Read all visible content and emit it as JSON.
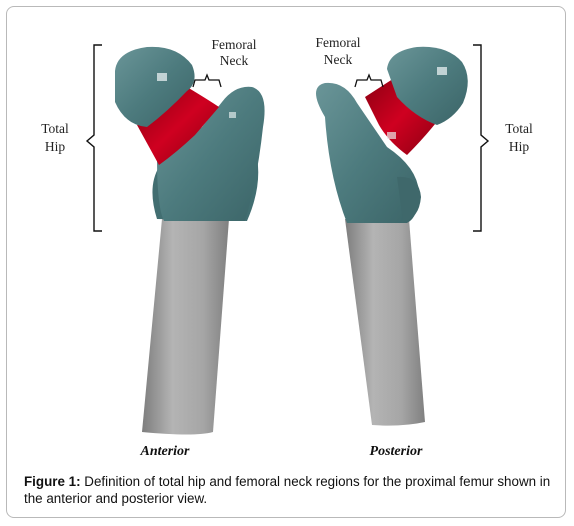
{
  "figure": {
    "labels": {
      "femoral_neck_left_1": "Femoral",
      "femoral_neck_left_2": "Neck",
      "femoral_neck_right_1": "Femoral",
      "femoral_neck_right_2": "Neck",
      "total_hip_left_1": "Total",
      "total_hip_left_2": "Hip",
      "total_hip_right_1": "Total",
      "total_hip_right_2": "Hip",
      "view_anterior": "Anterior",
      "view_posterior": "Posterior"
    },
    "colors": {
      "bone_proximal": "#4e7d80",
      "femoral_neck": "#c0001a",
      "shaft": "#a9a9a9"
    }
  },
  "caption": {
    "label": "Figure 1:",
    "text": " Definition of total hip and femoral neck regions for the proximal femur shown in the anterior and posterior view."
  }
}
